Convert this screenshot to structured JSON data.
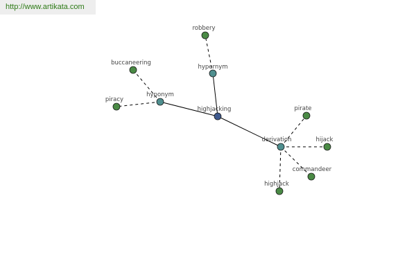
{
  "header": {
    "url": "http://www.artikata.com"
  },
  "colors": {
    "url_text": "#2d7a16",
    "url_bg": "#eeeeee",
    "center_node": "#3f5a8e",
    "relation_node": "#4f8f8f",
    "leaf_node": "#4a8a45",
    "edge": "#000000"
  },
  "graph": {
    "nodes": [
      {
        "id": "highjacking",
        "label": "highjacking",
        "kind": "center"
      },
      {
        "id": "hypernym",
        "label": "hypernym",
        "kind": "relation"
      },
      {
        "id": "hyponym",
        "label": "hyponym",
        "kind": "relation"
      },
      {
        "id": "derivation",
        "label": "derivation",
        "kind": "relation"
      },
      {
        "id": "robbery",
        "label": "robbery",
        "kind": "leaf"
      },
      {
        "id": "buccaneering",
        "label": "buccaneering",
        "kind": "leaf"
      },
      {
        "id": "piracy",
        "label": "piracy",
        "kind": "leaf"
      },
      {
        "id": "pirate",
        "label": "pirate",
        "kind": "leaf"
      },
      {
        "id": "hijack",
        "label": "hijack",
        "kind": "leaf"
      },
      {
        "id": "commandeer",
        "label": "commandeer",
        "kind": "leaf"
      },
      {
        "id": "highjack",
        "label": "highjack",
        "kind": "leaf"
      }
    ],
    "edges": [
      {
        "from": "highjacking",
        "to": "hypernym",
        "style": "solid"
      },
      {
        "from": "highjacking",
        "to": "hyponym",
        "style": "solid"
      },
      {
        "from": "highjacking",
        "to": "derivation",
        "style": "solid"
      },
      {
        "from": "hypernym",
        "to": "robbery",
        "style": "dashed"
      },
      {
        "from": "hyponym",
        "to": "buccaneering",
        "style": "dashed"
      },
      {
        "from": "hyponym",
        "to": "piracy",
        "style": "dashed"
      },
      {
        "from": "derivation",
        "to": "pirate",
        "style": "dashed"
      },
      {
        "from": "derivation",
        "to": "hijack",
        "style": "dashed"
      },
      {
        "from": "derivation",
        "to": "commandeer",
        "style": "dashed"
      },
      {
        "from": "derivation",
        "to": "highjack",
        "style": "dashed"
      }
    ]
  }
}
